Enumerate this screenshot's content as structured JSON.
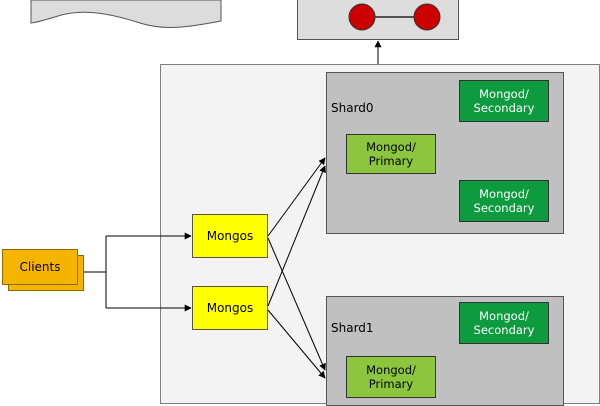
{
  "clients": {
    "label": "Clients"
  },
  "mongos": [
    {
      "label": "Mongos"
    },
    {
      "label": "Mongos"
    }
  ],
  "shards": [
    {
      "label": "Shard0",
      "primary": "Mongod/\nPrimary",
      "secondaries": [
        "Mongod/\nSecondary",
        "Mongod/\nSecondary"
      ]
    },
    {
      "label": "Shard1",
      "primary": "Mongod/\nPrimary",
      "secondaries": [
        "Mongod/\nSecondary"
      ]
    }
  ],
  "colors": {
    "clients": "#f5b400",
    "mongos": "#ffff00",
    "primary": "#8cc63f",
    "secondary": "#0e9a3e",
    "shard": "#c0c0c0",
    "config_node": "#cc0000"
  }
}
